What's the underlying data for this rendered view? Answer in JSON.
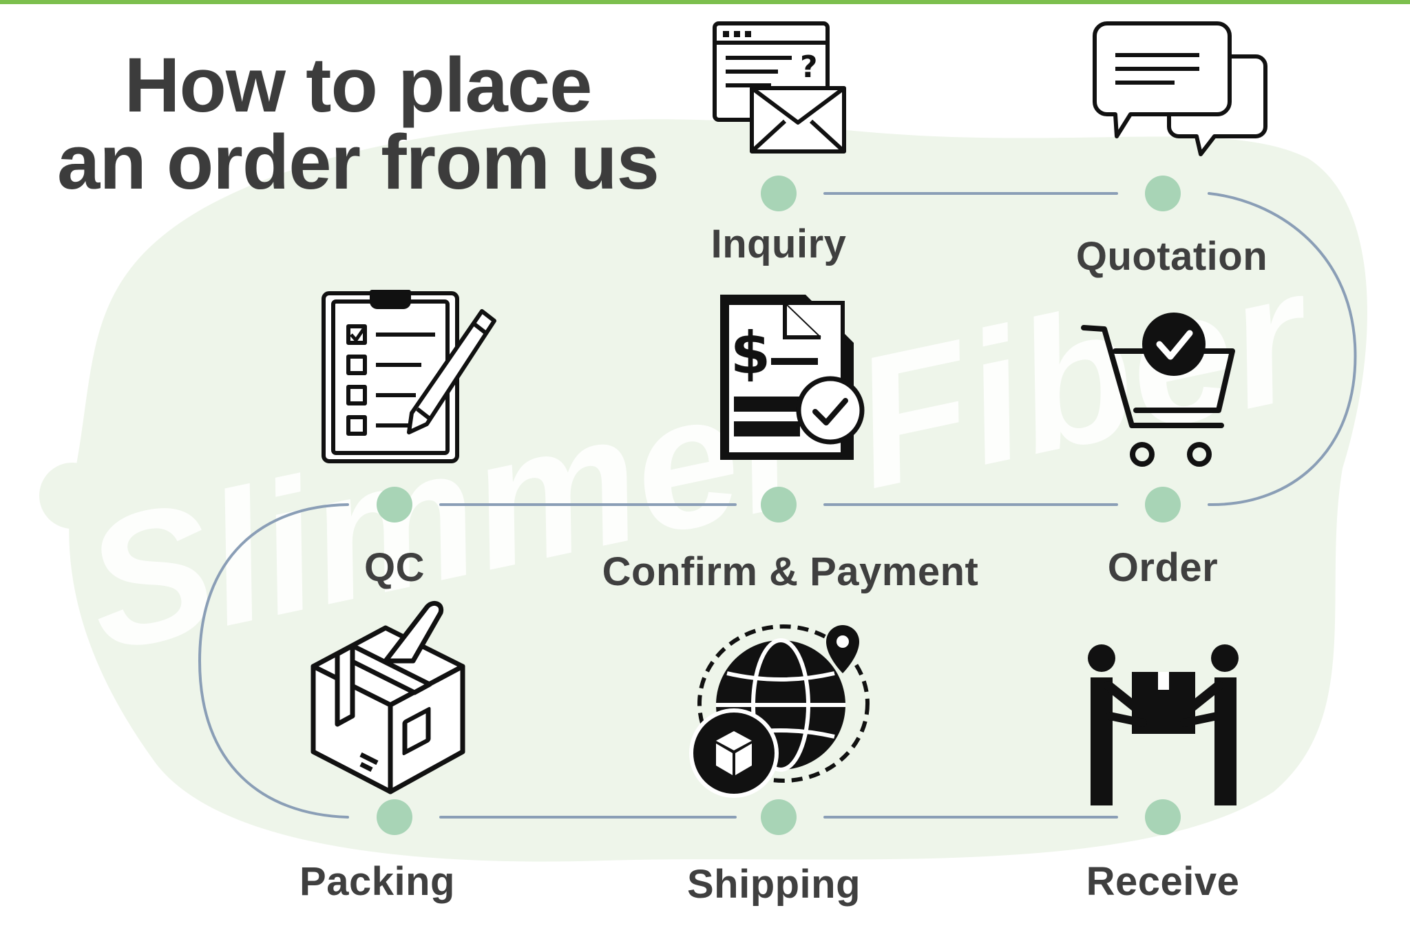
{
  "title": {
    "line1": "How to place",
    "line2": "an order from us"
  },
  "watermark": {
    "text": "Slimmer Fiber"
  },
  "steps": [
    {
      "label": "Inquiry",
      "icon": "inquiry-browser-envelope-icon"
    },
    {
      "label": "Quotation",
      "icon": "chat-bubbles-icon"
    },
    {
      "label": "Order",
      "icon": "shopping-cart-check-icon"
    },
    {
      "label": "Confirm & Payment",
      "icon": "invoice-dollar-check-icon"
    },
    {
      "label": "QC",
      "icon": "checklist-clipboard-pencil-icon"
    },
    {
      "label": "Packing",
      "icon": "taped-box-icon"
    },
    {
      "label": "Shipping",
      "icon": "globe-package-pin-icon"
    },
    {
      "label": "Receive",
      "icon": "handover-box-people-icon"
    }
  ],
  "colors": {
    "accent_bar": "#7cbf4d",
    "node": "#a8d4b6",
    "path": "#8a9eb6",
    "blob": "#eef5ea",
    "text": "#3f3f3f"
  }
}
